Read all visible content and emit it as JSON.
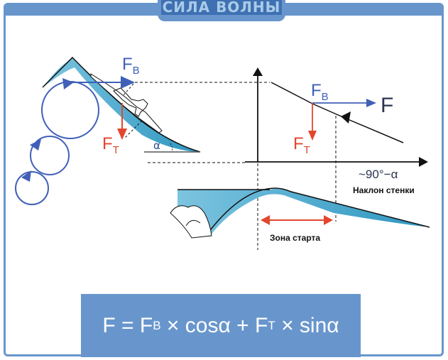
{
  "title": "СИЛА ВОЛНЫ",
  "left_diagram": {
    "fb_label": "F",
    "fb_sub": "В",
    "ft_label": "F",
    "ft_sub": "Т",
    "angle_label": "α"
  },
  "graph": {
    "fb_label": "F",
    "fb_sub": "В",
    "ft_label": "F",
    "ft_sub": "Т",
    "f_label": "F",
    "x_value": "~90°−α",
    "x_axis_label": "Наклон стенки",
    "zone_label": "Зона старта"
  },
  "formula": {
    "f": "F",
    "eq": "=",
    "fb": "F",
    "fb_sub": "В",
    "part1": "× cosα +",
    "ft": "F",
    "ft_sub": "Т",
    "part2": "× sinα"
  },
  "colors": {
    "frame": "#6896cc",
    "force_blue": "#4060b8",
    "force_red": "#e2472e",
    "water": "#4aa8d0"
  }
}
